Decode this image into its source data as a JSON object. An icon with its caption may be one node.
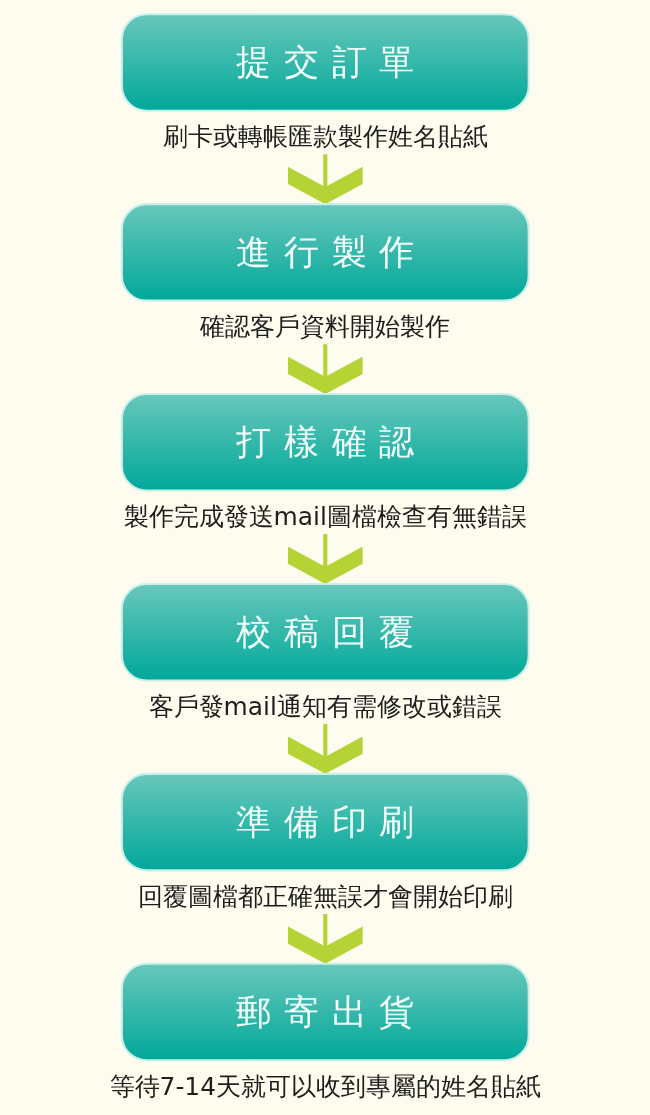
{
  "diagram": {
    "nodes": [
      {
        "text": [
          "提交訂單"
        ],
        "beside": [
          "刷卡或轉帳匯款製作姓名貼紙"
        ]
      },
      {
        "text": [
          "進行製作"
        ],
        "beside": [
          "確認客戶資料開始製作"
        ]
      },
      {
        "text": [
          "打樣確認"
        ],
        "beside": [
          "製作完成發送mail圖檔檢查有無錯誤"
        ]
      },
      {
        "text": [
          "校稿回覆"
        ],
        "beside": [
          "客戶發mail通知有需修改或錯誤"
        ]
      },
      {
        "text": [
          "準備印刷"
        ],
        "beside": [
          "回覆圖檔都正確無誤才會開始印刷"
        ]
      },
      {
        "text": [
          "郵寄出貨"
        ],
        "beside": [
          "等待7-14天就可以收到專屬的姓名貼紙"
        ]
      }
    ],
    "edges": [
      {
        "from": 0,
        "to": 1,
        "arrow": "to"
      },
      {
        "from": 1,
        "to": 2,
        "arrow": "to"
      },
      {
        "from": 2,
        "to": 3,
        "arrow": "to"
      },
      {
        "from": 3,
        "to": 4,
        "arrow": "to"
      },
      {
        "from": 4,
        "to": 5,
        "arrow": "to"
      }
    ]
  }
}
